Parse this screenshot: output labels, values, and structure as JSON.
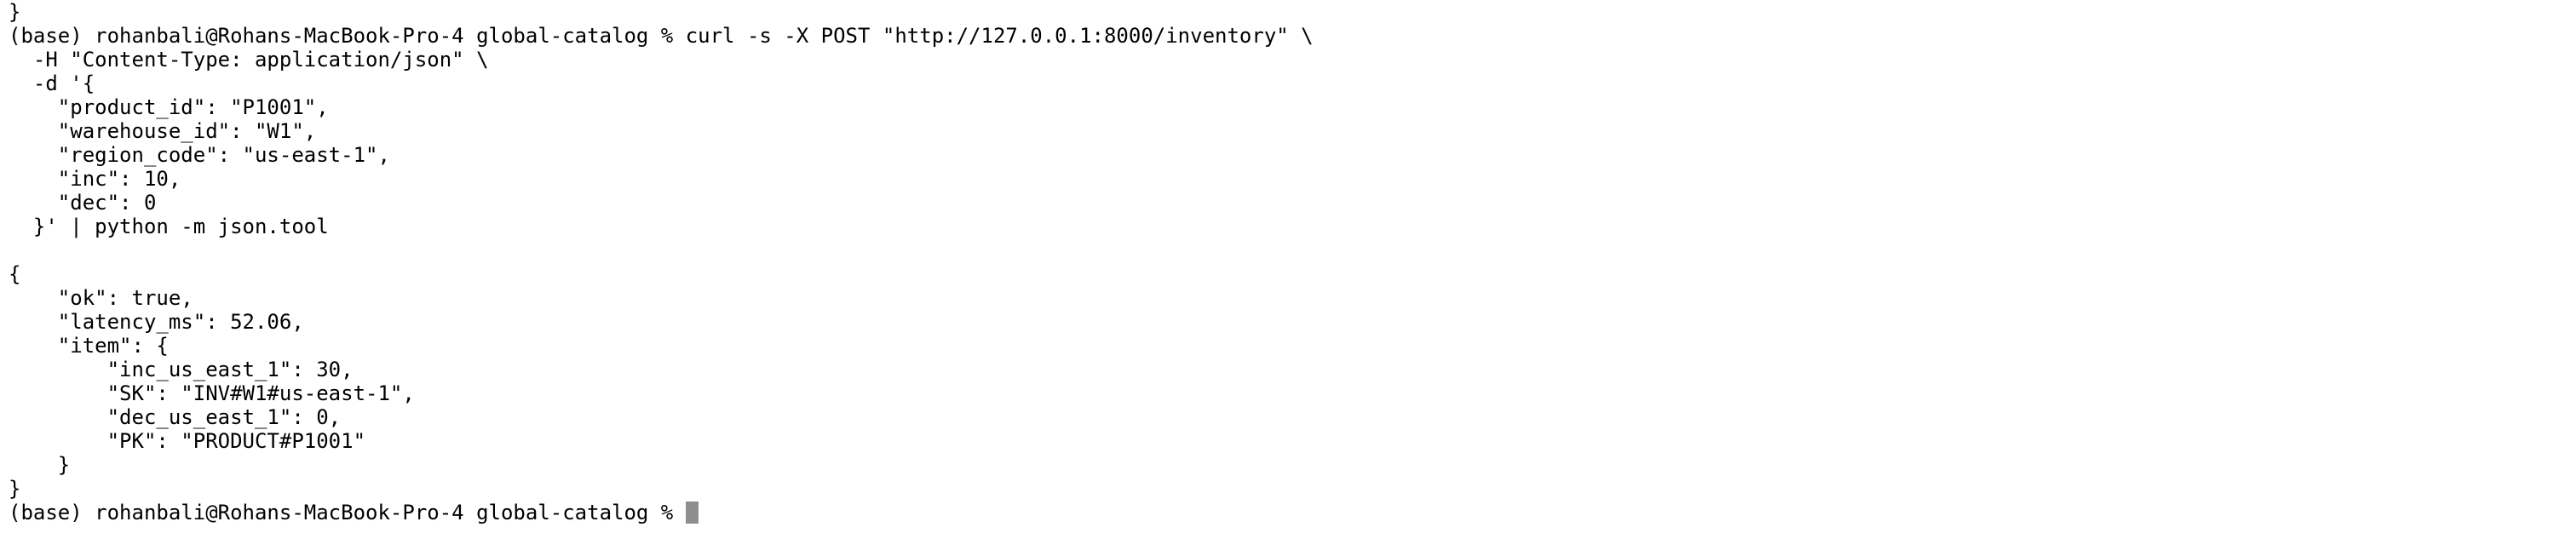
{
  "terminal": {
    "lines": [
      "}",
      "(base) rohanbali@Rohans-MacBook-Pro-4 global-catalog % curl -s -X POST \"http://127.0.0.1:8000/inventory\" \\",
      "  -H \"Content-Type: application/json\" \\",
      "  -d '{",
      "    \"product_id\": \"P1001\",",
      "    \"warehouse_id\": \"W1\",",
      "    \"region_code\": \"us-east-1\",",
      "    \"inc\": 10,",
      "    \"dec\": 0",
      "  }' | python -m json.tool",
      "",
      "{",
      "    \"ok\": true,",
      "    \"latency_ms\": 52.06,",
      "    \"item\": {",
      "        \"inc_us_east_1\": 30,",
      "        \"SK\": \"INV#W1#us-east-1\",",
      "        \"dec_us_east_1\": 0,",
      "        \"PK\": \"PRODUCT#P1001\"",
      "    }",
      "}"
    ],
    "prompt": "(base) rohanbali@Rohans-MacBook-Pro-4 global-catalog % "
  },
  "colors": {
    "background": "#ffffff",
    "text": "#000000",
    "cursor": "#8e8e8e"
  }
}
